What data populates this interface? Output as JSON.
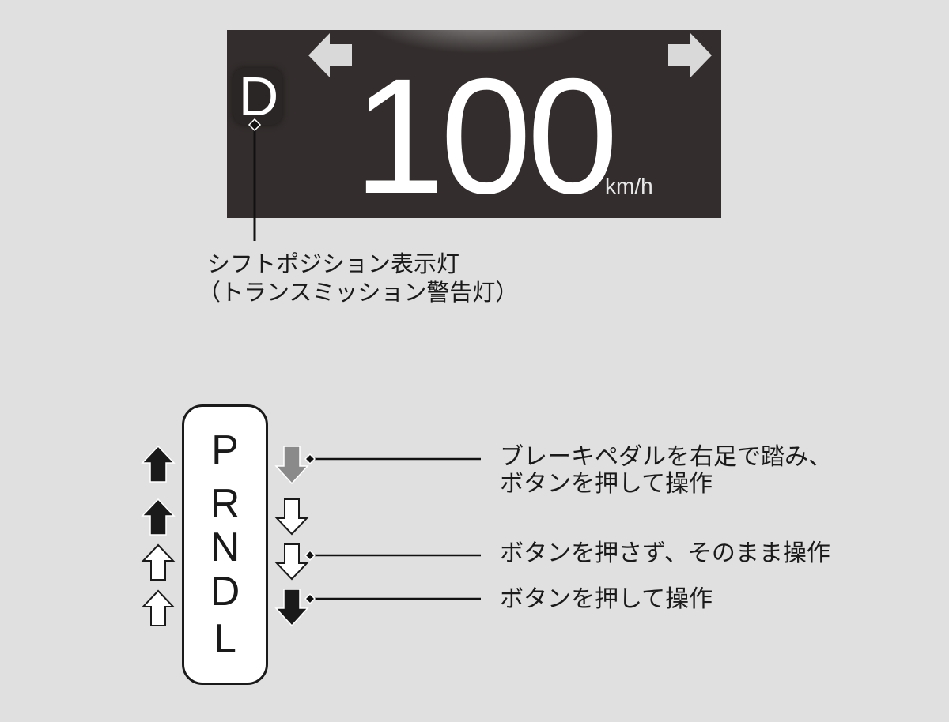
{
  "display": {
    "shift_position": "D",
    "speed": "100",
    "speed_unit": "km/h",
    "panel_color": "#332e2d"
  },
  "display_caption": {
    "line1": "シフトポジション表示灯",
    "line2": "（トランスミッション警告灯）"
  },
  "selector": {
    "positions": [
      "P",
      "R",
      "N",
      "D",
      "L"
    ]
  },
  "notes": [
    {
      "line1": "ブレーキペダルを右足で踏み、",
      "line2": "ボタンを押して操作"
    },
    {
      "line1": "ボタンを押さず、そのまま操作"
    },
    {
      "line1": "ボタンを押して操作"
    }
  ],
  "arrow_colors": {
    "black": "#1a1a1a",
    "gray": "#8a8a8a",
    "white": "#ffffff"
  }
}
